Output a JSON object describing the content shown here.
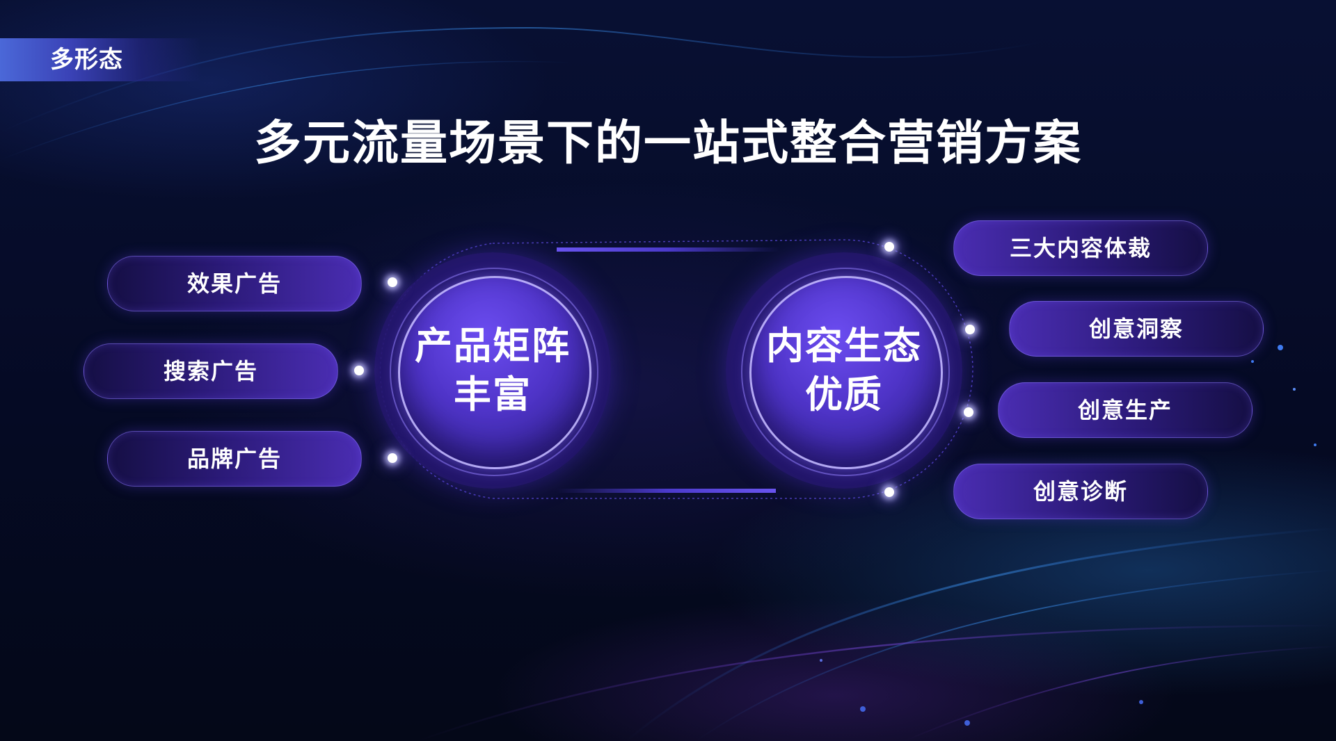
{
  "section_tag": "多形态",
  "title": "多元流量场景下的一站式整合营销方案",
  "left_hub": {
    "line1": "产品矩阵",
    "line2": "丰富"
  },
  "right_hub": {
    "line1": "内容生态",
    "line2": "优质"
  },
  "left_items": [
    "效果广告",
    "搜索广告",
    "品牌广告"
  ],
  "right_items": [
    "三大内容体裁",
    "创意洞察",
    "创意生产",
    "创意诊断"
  ],
  "colors": {
    "background": "#050a24",
    "accent": "#4f34c8",
    "tag": "#4b68d8"
  }
}
